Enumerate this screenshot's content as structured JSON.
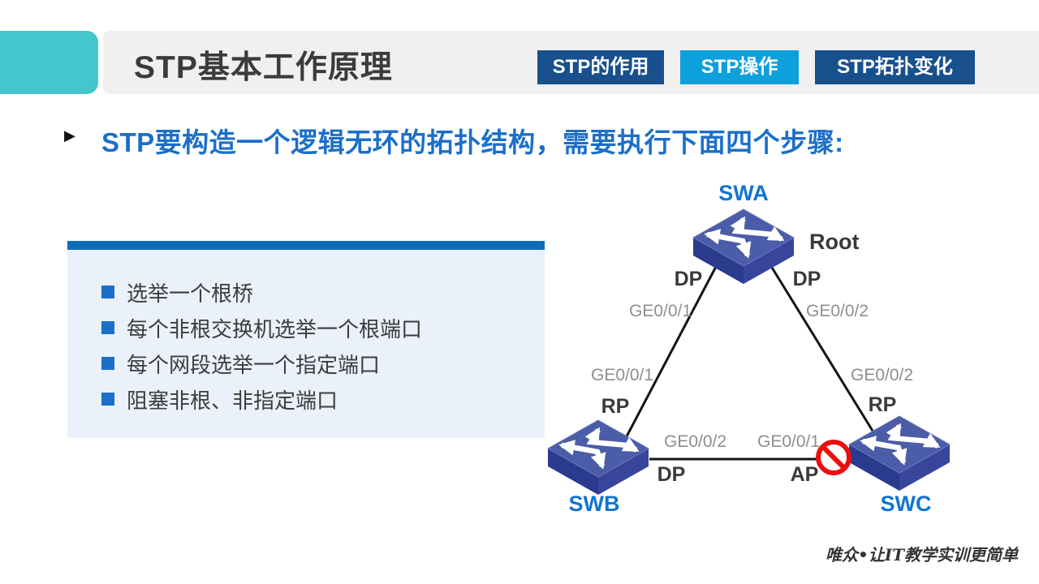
{
  "header": {
    "title": "STP基本工作原理",
    "tabs": [
      {
        "label": "STP的作用",
        "active": false
      },
      {
        "label": "STP操作",
        "active": true
      },
      {
        "label": "STP拓扑变化",
        "active": false
      }
    ]
  },
  "heading": {
    "text": "STP要构造一个逻辑无环的拓扑结构，需要执行下面四个步骤:"
  },
  "steps": [
    "选举一个根桥",
    "每个非根交换机选举一个根端口",
    "每个网段选举一个指定端口",
    "阻塞非根、非指定端口"
  ],
  "diagram": {
    "swa": "SWA",
    "swb": "SWB",
    "swc": "SWC",
    "root": "Root",
    "dp_left": "DP",
    "dp_right": "DP",
    "dp_bottom": "DP",
    "rp_left": "RP",
    "rp_right": "RP",
    "ap": "AP",
    "ge_swa_left": "GE0/0/1",
    "ge_swa_right": "GE0/0/2",
    "ge_swb_up": "GE0/0/1",
    "ge_swc_up": "GE0/0/2",
    "ge_swb_right": "GE0/0/2",
    "ge_swc_left": "GE0/0/1"
  },
  "footer": {
    "slogan": "唯众•让IT教学实训更简单"
  },
  "colors": {
    "accent_teal": "#45C5CC",
    "titlebar_gray": "#F0F0F1",
    "tab_dark_blue": "#17508D",
    "tab_active_cyan": "#0CA0DC",
    "heading_blue": "#1B6FC9",
    "panel_bar_blue": "#0C6CB8",
    "panel_bg": "#EAF1FA",
    "node_name_blue": "#1174D3",
    "switch_top": "#4B5CA8",
    "switch_side_dark": "#2A3A8D",
    "switch_side_light": "#37469B",
    "blocked_red": "#EC0E0E"
  }
}
